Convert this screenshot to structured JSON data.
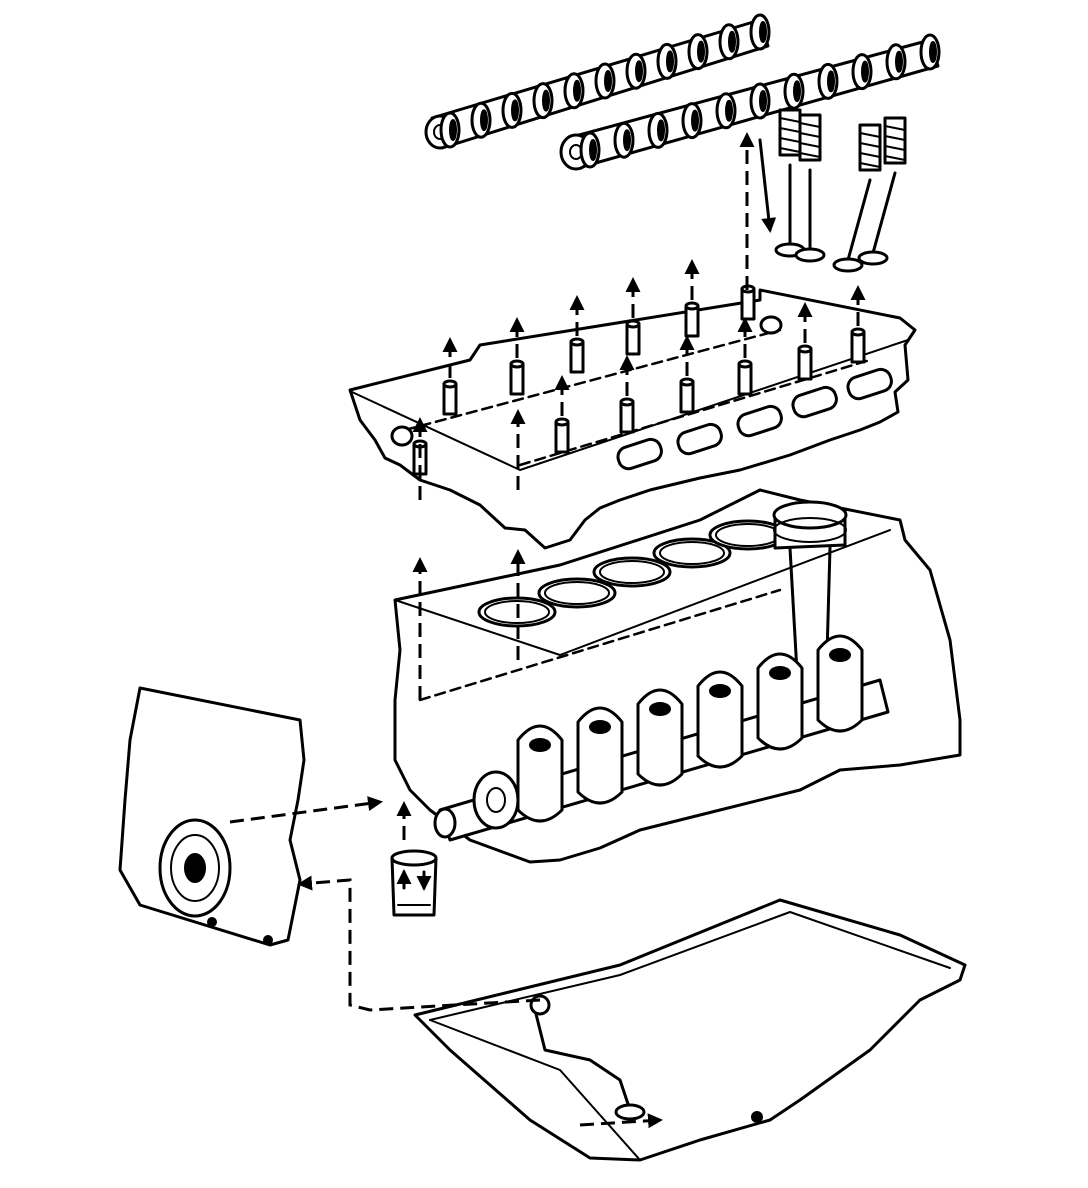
{
  "figure": {
    "type": "exploded engine lubrication diagram",
    "colors": {
      "line": "#000000",
      "background": "#ffffff"
    },
    "parts": [
      "camshaft",
      "valves",
      "cylinder-head",
      "cylinder-block",
      "crankshaft",
      "piston",
      "oil-pump",
      "oil-filter",
      "oil-pan"
    ]
  }
}
